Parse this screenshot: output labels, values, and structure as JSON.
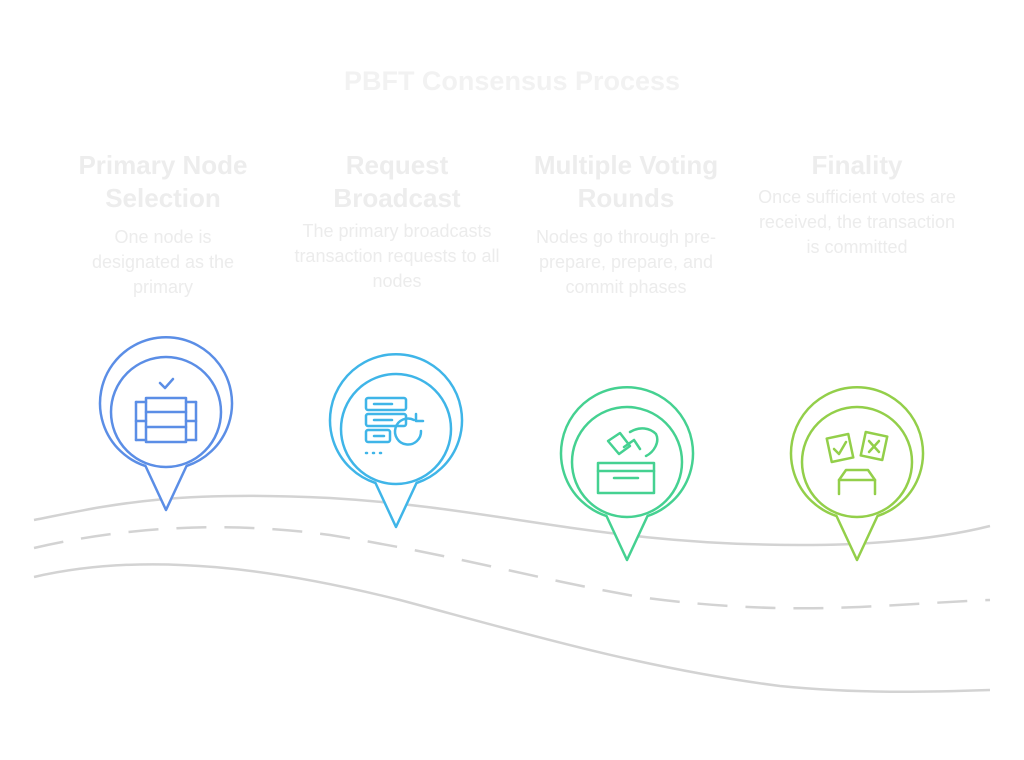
{
  "title": "PBFT Consensus Process",
  "colors": {
    "road": "#d3d3d3",
    "step1": "#5b8ee6",
    "step2": "#3fb5e8",
    "step3": "#45d191",
    "step4": "#93cf4a"
  },
  "steps": [
    {
      "heading": "Primary Node Selection",
      "description": "One node is designated as the primary",
      "icon": "server-check-icon"
    },
    {
      "heading": "Request Broadcast",
      "description": "The primary broadcasts transaction requests to all nodes",
      "icon": "server-refresh-icon"
    },
    {
      "heading": "Multiple Voting Rounds",
      "description": "Nodes go through pre-prepare, prepare, and commit phases",
      "icon": "ballot-box-icon"
    },
    {
      "heading": "Finality",
      "description": "Once sufficient votes are received, the transaction is committed",
      "icon": "vote-cards-icon"
    }
  ]
}
